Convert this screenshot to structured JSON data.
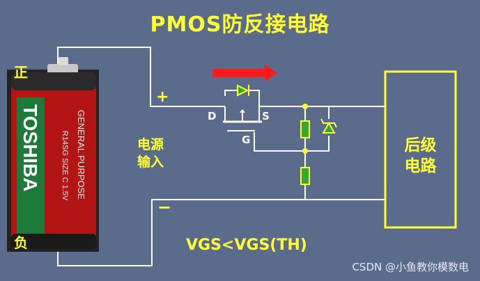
{
  "title": "PMOS防反接电路",
  "battery": {
    "brand": "TOSHIBA",
    "line1": "GENERAL PURPOSE",
    "line2": "R14SG SIZE C 1.5V",
    "positive_label": "正",
    "negative_label": "负"
  },
  "input_label_line1": "电源",
  "input_label_line2": "输入",
  "plus_sign": "+",
  "minus_sign": "−",
  "pins": {
    "drain": "D",
    "source": "S",
    "gate": "G"
  },
  "load_label_line1": "后级",
  "load_label_line2": "电路",
  "condition": "VGS<VGS(TH)",
  "watermark": "CSDN @小鱼教你模数电",
  "colors": {
    "background": "#5b6b8c",
    "wire": "#ffffff",
    "highlight": "#ffff33",
    "arrow": "#ff1a1a",
    "resistor_fill": "#33a833"
  }
}
